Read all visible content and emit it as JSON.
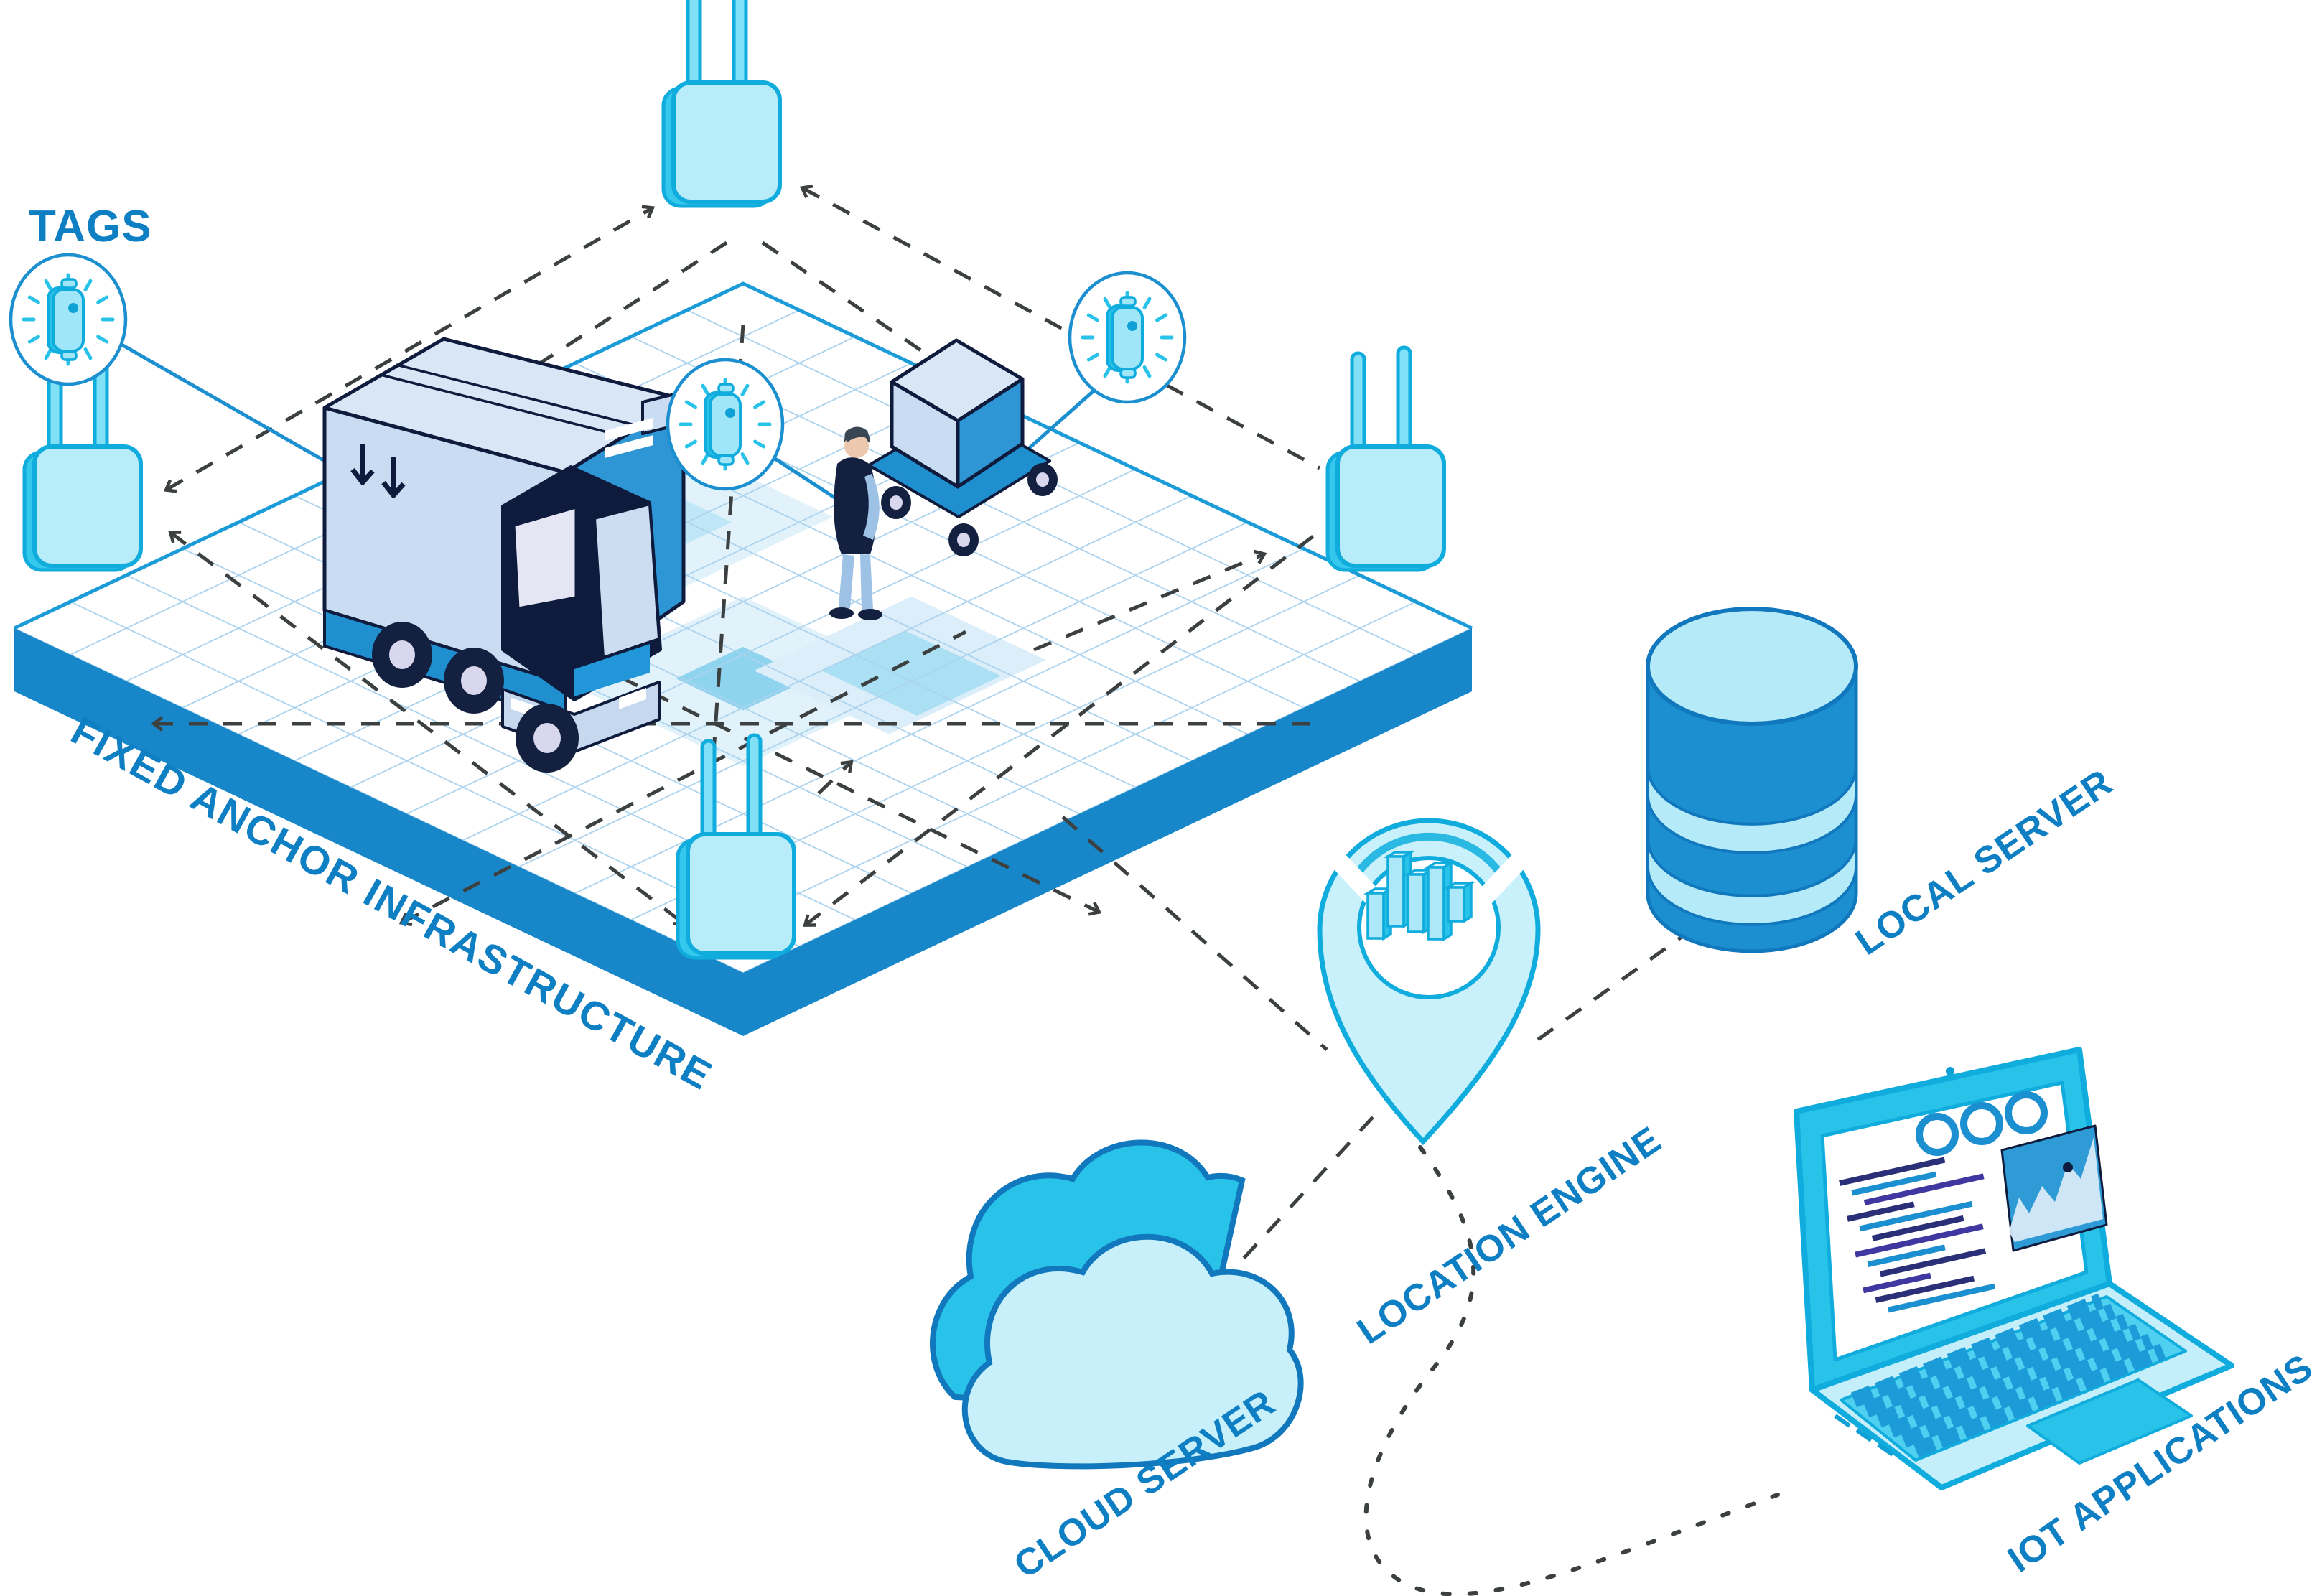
{
  "diagram": {
    "title_region": "RTLS architecture diagram",
    "labels": {
      "tags": "TAGS",
      "infrastructure": "FIXED ANCHOR INFRASTRUCTURE",
      "location_engine": "LOCATION ENGINE",
      "local_server": "LOCAL SERVER",
      "cloud_server": "CLOUD SERVER",
      "iot_applications": "IOT APPLICATIONS"
    },
    "colors": {
      "label_blue": "#0f7fc4",
      "platform_band_blue": "#1787c9",
      "bright_cyan": "#29c3ea",
      "cyan_stroke": "#0facdd",
      "light_cyan_fill": "#b9ecf9",
      "box_light_blue": "#c9dcf1",
      "box_side_blue": "#2e96d4",
      "navy": "#0e1b3d",
      "dashed_line_gray": "#3c4040",
      "grid_line_blue": "#abd3ee"
    },
    "icons": {
      "anchors": "anchor access point with two antennas (4x at platform corners)",
      "tag": "blinking asset tag in circle (3x)",
      "truck": "delivery truck on grid",
      "cart": "wheeled cart with box on grid",
      "person": "worker standing on grid",
      "location_pin": "map pin with isometric bar chart",
      "database": "stacked database cylinders",
      "cloud": "cloud shape",
      "laptop": "laptop with dashboard screen"
    }
  }
}
